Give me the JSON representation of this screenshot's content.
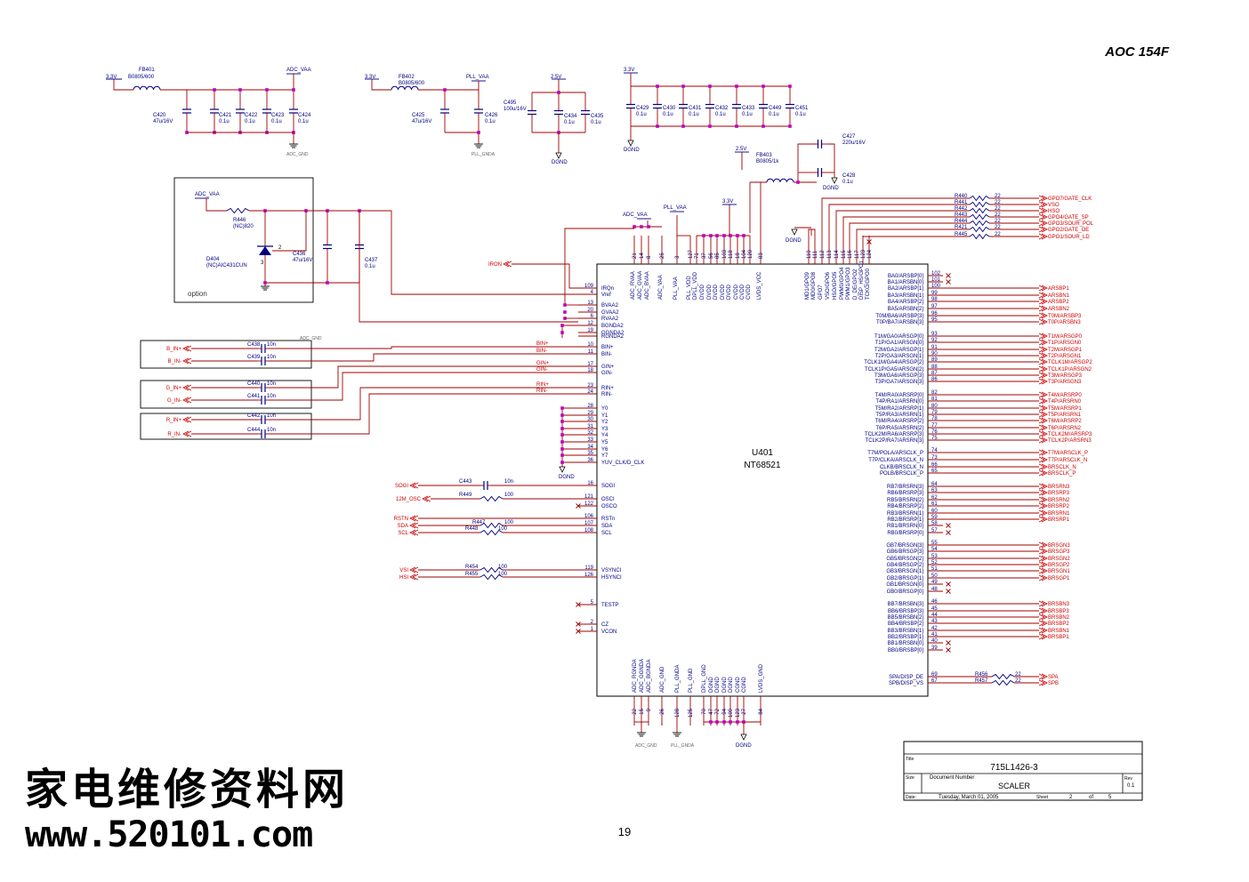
{
  "header": {
    "model": "AOC 154F"
  },
  "power_filters": [
    {
      "rail": "3.3V",
      "bead": "FB401",
      "bead_value": "B0805/600",
      "net": "ADC_VAA",
      "gnd": "ADC_GND",
      "caps": [
        [
          "C420",
          "47u/16V"
        ],
        [
          "C421",
          "0.1u"
        ],
        [
          "C422",
          "0.1u"
        ],
        [
          "C423",
          "0.1u"
        ],
        [
          "C424",
          "0.1u"
        ]
      ]
    },
    {
      "rail": "3.3V",
      "bead": "FB402",
      "bead_value": "B0805/600",
      "net": "PLL_VAA",
      "gnd": "PLL_GNDA",
      "caps": [
        [
          "C425",
          "47u/16V"
        ],
        [
          "C426",
          "0.1u"
        ]
      ]
    },
    {
      "rail": "2.5V",
      "gnd": "DGND",
      "caps": [
        [
          "C495",
          "100u/16V"
        ],
        [
          "C434",
          "0.1u"
        ],
        [
          "C435",
          "0.1u"
        ]
      ]
    },
    {
      "rail": "3.3V",
      "gnd": "DGND",
      "caps": [
        [
          "C429",
          "0.1u"
        ],
        [
          "C430",
          "0.1u"
        ],
        [
          "C431",
          "0.1u"
        ],
        [
          "C432",
          "0.1u"
        ],
        [
          "C433",
          "0.1u"
        ],
        [
          "C449",
          "0.1u"
        ],
        [
          "C451",
          "0.1u"
        ]
      ]
    }
  ],
  "lvds_supply": {
    "rail": "2.5V",
    "bead": "FB403",
    "bead_value": "B0805/1k",
    "c427": "C427",
    "c427_value": "220u/16V",
    "c428": "C428",
    "c428_value": "0.1u",
    "gnd": "DGND"
  },
  "option_block": {
    "net": "ADC_VAA",
    "r446": "R446",
    "r446_value": "(NC)820",
    "d404": "D404",
    "d404_value": "(NC)AIC431CUN",
    "c436": "C436",
    "c436_value": "47u/16V",
    "c437": "C437",
    "c437_value": "0.1u",
    "label": "option",
    "pin2": "2",
    "pin3": "3"
  },
  "chip": {
    "ref": "U401",
    "part": "NT68521",
    "pll_vaa": "PLL_VAA",
    "adc_vaa": "ADC_VAA",
    "rail33": "3.3V",
    "gnd_adc": "ADC_GND",
    "gnd_pll": "PLL_GNDA",
    "dgnd": "DGND"
  },
  "top_pins": [
    [
      "21",
      "ADC_RVAA"
    ],
    [
      "14",
      "ADC_GVAA"
    ],
    [
      "8",
      "ADC_BVAA"
    ],
    [
      "25",
      "ADC_VAA"
    ],
    [
      "3",
      "PLL_VAA"
    ],
    [
      "127",
      "PLL_VDD"
    ],
    [
      "71",
      "DPLL_VDD"
    ],
    [
      "37",
      "DVDD"
    ],
    [
      "56",
      "DVDD"
    ],
    [
      "85",
      "DVDD"
    ],
    [
      "103",
      "DVDD"
    ],
    [
      "118",
      "DVDD"
    ],
    [
      "18",
      "CVDD"
    ],
    [
      "104",
      "CVDD"
    ],
    [
      "120",
      "CVDD"
    ],
    [
      "83",
      "LVDS_VCC"
    ],
    [
      "110",
      "MD1/GPO9"
    ],
    [
      "111",
      "MD0/GPO8"
    ],
    [
      "112",
      "GPO7"
    ],
    [
      "113",
      "VSO/GPO6"
    ],
    [
      "114",
      "HSO/GPO5"
    ],
    [
      "115",
      "PWM0/GPO4"
    ],
    [
      "116",
      "PWM1/GPO3"
    ],
    [
      "117",
      "D_DE/GPO2"
    ],
    [
      "123",
      "DISP_HS/GPO1"
    ],
    [
      "124",
      "TCKO/GPO0"
    ]
  ],
  "bottom_pins": [
    [
      "22",
      "ADC_RGNDA"
    ],
    [
      "15",
      "ADC_GGNDA"
    ],
    [
      "9",
      "ADC_BGNDA"
    ],
    [
      "26",
      "ADC_GND"
    ],
    [
      "128",
      "PLL_GNDA"
    ],
    [
      "125",
      "PLL_GND"
    ],
    [
      "70",
      "DPLL_GND"
    ],
    [
      "47",
      "DGND"
    ],
    [
      "72",
      "DGND"
    ],
    [
      "94",
      "DGND"
    ],
    [
      "109",
      "DGND"
    ],
    [
      "123",
      "CGND"
    ],
    [
      "27",
      "CGND"
    ],
    [
      "84",
      "LVDS_GND"
    ]
  ],
  "left_pins": [
    [
      "109",
      "IRQn"
    ],
    [
      "4",
      "Vref"
    ],
    [
      "13",
      "BVAA2"
    ],
    [
      "20",
      "GVAA2"
    ],
    [
      "6",
      "RVAA2"
    ],
    [
      "12",
      "BGNDA2"
    ],
    [
      "19",
      "GGNDA2"
    ],
    [
      "",
      "RGNDA2"
    ],
    [
      "10",
      "BIN+"
    ],
    [
      "11",
      "BIN-"
    ],
    [
      "17",
      "GIN+"
    ],
    [
      "18",
      "GIN-"
    ],
    [
      "23",
      "RIN+"
    ],
    [
      "24",
      "RIN-"
    ],
    [
      "28",
      "Y0"
    ],
    [
      "29",
      "Y1"
    ],
    [
      "30",
      "Y2"
    ],
    [
      "31",
      "Y3"
    ],
    [
      "32",
      "Y4"
    ],
    [
      "33",
      "Y5"
    ],
    [
      "34",
      "Y6"
    ],
    [
      "35",
      "Y7"
    ],
    [
      "36",
      "YUV_CLK/D_CLK"
    ],
    [
      "16",
      "SOGI"
    ],
    [
      "121",
      "OSCI"
    ],
    [
      "122",
      "OSCO"
    ],
    [
      "106",
      "RSTn"
    ],
    [
      "107",
      "SDA"
    ],
    [
      "108",
      "SCL"
    ],
    [
      "119",
      "VSYNCI"
    ],
    [
      "126",
      "HSYNCI"
    ],
    [
      "5",
      "TESTP"
    ],
    [
      "2",
      "CZ"
    ],
    [
      "1",
      "VCON"
    ]
  ],
  "left_nets": {
    "iron": "IRON",
    "inputs": [
      {
        "net": "B_IN+",
        "cap": "C438",
        "value": "10n",
        "sig": "BIN+"
      },
      {
        "net": "B_IN-",
        "cap": "C439",
        "value": "10n",
        "sig": "BIN-"
      },
      {
        "net": "G_IN+",
        "cap": "C440",
        "value": "10n",
        "sig": "GIN+"
      },
      {
        "net": "G_IN-",
        "cap": "C441",
        "value": "10n",
        "sig": "GIN-"
      },
      {
        "net": "R_IN+",
        "cap": "C442",
        "value": "10n",
        "sig": "RIN+"
      },
      {
        "net": "R_IN-",
        "cap": "C444",
        "value": "10n",
        "sig": "RIN-"
      }
    ],
    "adc_gnd_label": "ADC_GND",
    "sogi": "SOGI",
    "c443": "C443",
    "c443_value": "10n",
    "osc": "12M_OSC",
    "r449": "R449",
    "r449_value": "100",
    "rstn": "RSTN",
    "sda": "SDA",
    "scl": "SCL",
    "r447": "R447",
    "r447_value": "100",
    "r448": "R448",
    "r448_value": "100",
    "vsi": "VSI",
    "hsi": "HSI",
    "r454": "R454",
    "r454_value": "100",
    "r455": "R455",
    "r455_value": "100"
  },
  "gpo_outputs": [
    [
      "R440",
      "22",
      "GPO7/GATE_CLK"
    ],
    [
      "R441",
      "22",
      "VSO"
    ],
    [
      "R442",
      "22",
      "HSO"
    ],
    [
      "R443",
      "22",
      "GPO4/GATE_SP"
    ],
    [
      "R444",
      "22",
      "GPO3/SOUR_POL"
    ],
    [
      "R421",
      "22",
      "GPO2/GATE_OE"
    ],
    [
      "R445",
      "22",
      "GPO1/SOUR_LD"
    ]
  ],
  "right_pins": [
    [
      "102",
      "BA0/ARSBP[0]",
      ""
    ],
    [
      "101",
      "BA1/ARSBN[0]",
      ""
    ],
    [
      "100",
      "BA2/ARSBP[1]",
      "ARSBP1"
    ],
    [
      "99",
      "BA3/ARSBN[1]",
      "ARSBN1"
    ],
    [
      "98",
      "BA4/ARSBP[2]",
      "ARSBP2"
    ],
    [
      "97",
      "BA5/ARSBN[2]",
      "ARSBN2"
    ],
    [
      "96",
      "T0M/BA6/ARSBP[3]",
      "T0M/ARSBP3"
    ],
    [
      "95",
      "T0P/BA7/ARSBN[3]",
      "T0P/ARSBN3"
    ],
    [
      "93",
      "T1M/GA0/ARSGP[0]",
      "T1M/ARSGP0"
    ],
    [
      "92",
      "T1P/GA1/ARSGN[0]",
      "T1P/ARSGN0"
    ],
    [
      "91",
      "T2M/GA2/ARSGP[1]",
      "T2M/ARSGP1"
    ],
    [
      "90",
      "T2P/GA3/ARSGN[1]",
      "T2P/ARSGN1"
    ],
    [
      "89",
      "TCLK1M/GA4/ARSGP[2]",
      "TCLK1M/ARSGP2"
    ],
    [
      "88",
      "TCLK1P/GA5/ARSGN[2]",
      "TCLK1P/ARSGN2"
    ],
    [
      "87",
      "T3M/GA6/ARSGP[3]",
      "T3M/ARSGP3"
    ],
    [
      "86",
      "T3P/GA7/ARSGN[3]",
      "T3P/ARSGN3"
    ],
    [
      "82",
      "T4M/RA0/ARSRP[0]",
      "T4M/ARSRP0"
    ],
    [
      "81",
      "T4P/RA1/ARSRN[0]",
      "T4P/ARSRN0"
    ],
    [
      "80",
      "T5M/RA2/ARSRP[1]",
      "T5M/ARSRP1"
    ],
    [
      "79",
      "T5P/RA3/ARSRN[1]",
      "T5P/ARSRN1"
    ],
    [
      "78",
      "T6M/RA4/ARSRP[2]",
      "T6M/ARSRP2"
    ],
    [
      "77",
      "T6P/RA5/ARSRN[2]",
      "T6P/ARSRN2"
    ],
    [
      "76",
      "TCLK2M/RA6/ARSRP[3]",
      "TCLK2M/ARSRP3"
    ],
    [
      "75",
      "TCLK2P/RA7/ARSRN[3]",
      "TCLK2P/ARSRN3"
    ],
    [
      "74",
      "T7M/POLA/ARSCLK_P",
      "T7M/ARSCLK_P"
    ],
    [
      "73",
      "T7P/CLKA/ARSCLK_N",
      "T7P/ARSCLK_N"
    ],
    [
      "66",
      "CLKB/BRSCLK_N",
      "BRSCLK_N"
    ],
    [
      "65",
      "POLB/BRSCLK_P",
      "BRSCLK_P"
    ],
    [
      "64",
      "RB7/BRSRN[3]",
      "BRSRN3"
    ],
    [
      "63",
      "RB6/BRSRP[3]",
      "BRSRP3"
    ],
    [
      "62",
      "RB5/BRSRN[2]",
      "BRSRN2"
    ],
    [
      "61",
      "RB4/BRSRP[2]",
      "BRSRP2"
    ],
    [
      "60",
      "RB3/BRSRN[1]",
      "BRSRN1"
    ],
    [
      "59",
      "RB2/BRSRP[1]",
      "BRSRP1"
    ],
    [
      "58",
      "RB1/BRSRN[0]",
      ""
    ],
    [
      "57",
      "RB0/BRSRP[0]",
      ""
    ],
    [
      "55",
      "GB7/BRSGN[3]",
      "BRSGN3"
    ],
    [
      "54",
      "GB6/BRSGP[3]",
      "BRSGP3"
    ],
    [
      "53",
      "GB5/BRSGN[2]",
      "BRSGN2"
    ],
    [
      "52",
      "GB4/BRSGP[2]",
      "BRSGP2"
    ],
    [
      "51",
      "GB3/BRSGN[1]",
      "BRSGN1"
    ],
    [
      "50",
      "GB2/BRSGP[1]",
      "BRSGP1"
    ],
    [
      "49",
      "GB1/BRSGN[0]",
      ""
    ],
    [
      "48",
      "GB0/BRSGP[0]",
      ""
    ],
    [
      "46",
      "BB7/BRSBN[3]",
      "BRSBN3"
    ],
    [
      "45",
      "BB6/BRSBP[3]",
      "BRSBP3"
    ],
    [
      "44",
      "BB5/BRSBN[2]",
      "BRSBN2"
    ],
    [
      "43",
      "BB4/BRSBP[2]",
      "BRSBP2"
    ],
    [
      "42",
      "BB3/BRSBN[1]",
      "BRSBN1"
    ],
    [
      "41",
      "BB2/BRSBP[1]",
      "BRSBP1"
    ],
    [
      "40",
      "BB1/BRSBN[0]",
      ""
    ],
    [
      "39",
      "BB0/BRSBP[0]",
      ""
    ]
  ],
  "spa_spb": [
    [
      "69",
      "SPA/DISP_DE",
      "R456",
      "22",
      "SPA"
    ],
    [
      "67",
      "SPB/DISP_VS",
      "R457",
      "22",
      "SPB"
    ]
  ],
  "title_block": {
    "title_label": "Title",
    "title": "715L1426-3",
    "size_label": "Size",
    "docnum_label": "Document Number",
    "document": "SCALER",
    "rev_label": "Rev",
    "rev": "0.1",
    "date_label": "Date:",
    "date": "Tuesday, March 01, 2005",
    "sheet_label": "Sheet",
    "sheet": "2",
    "of_label": "of",
    "sheets": "5"
  },
  "page_number": "19",
  "watermark": {
    "chinese": "家电维修资料网",
    "url": "www.520101.com"
  },
  "colors": {
    "wire": "#a00000",
    "junction": "#c000c0",
    "body": "#000080",
    "net": "#cc0000"
  }
}
